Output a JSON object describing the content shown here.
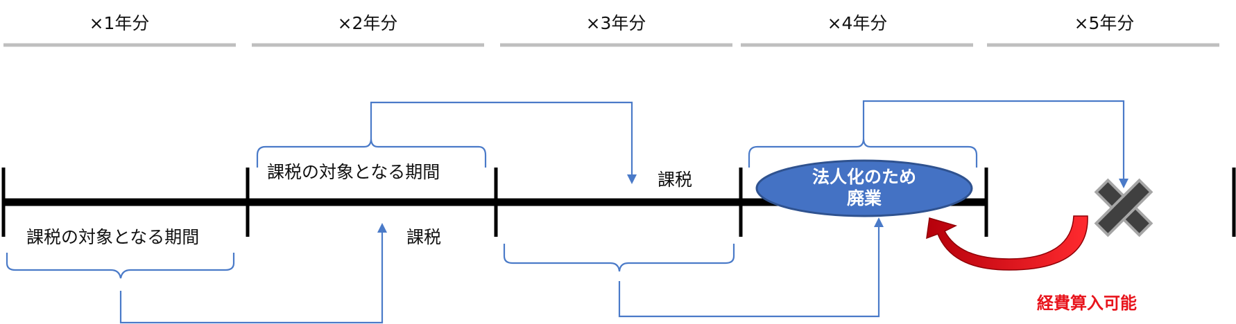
{
  "years": [
    "×1年分",
    "×2年分",
    "×3年分",
    "×4年分",
    "×5年分"
  ],
  "labels": {
    "period_top": "課税の対象となる期間",
    "period_bottom": "課税の対象となる期間",
    "tax_top": "課税",
    "tax_bottom": "課税",
    "ellipse_line1": "法人化のため",
    "ellipse_line2": "廃業",
    "expense": "経費算入可能"
  },
  "colors": {
    "connector": "#4a7ac8",
    "ellipse_fill": "#4472c4",
    "ellipse_stroke": "#2f528f",
    "timeline": "#000000",
    "header_line": "#bfbfbf",
    "arrow_red": "#e8141c",
    "cross": "#404040"
  },
  "icons": {
    "cross": "x-mark-icon",
    "curved_arrow": "curved-arrow-icon"
  }
}
